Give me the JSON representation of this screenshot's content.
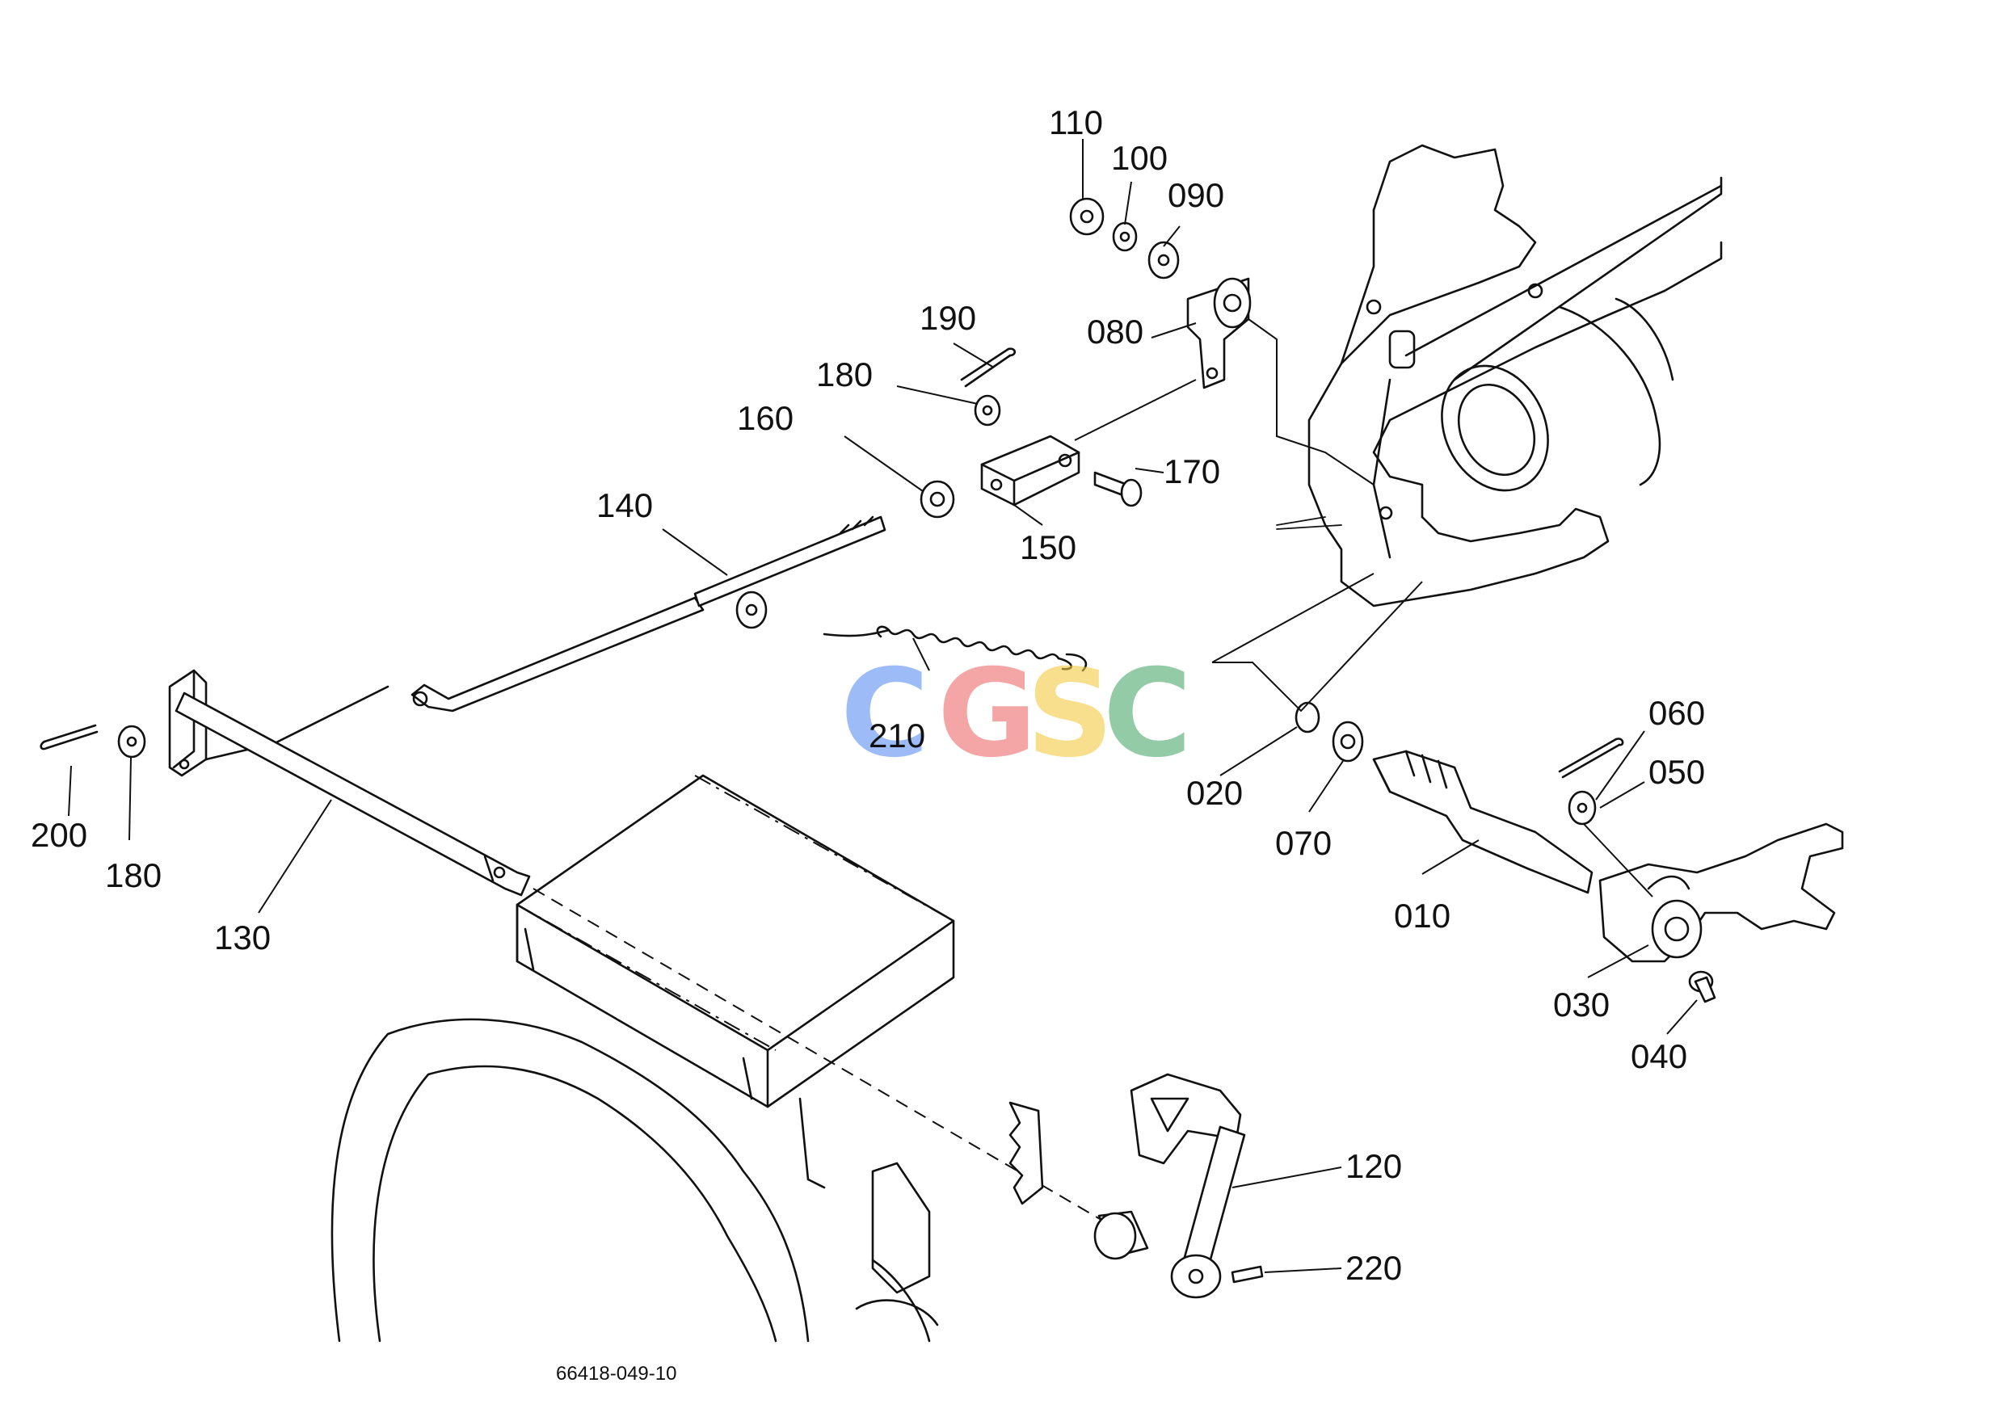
{
  "watermark": {
    "letters": [
      {
        "char": "C",
        "color": "#5b8ff2"
      },
      {
        "char": "G",
        "color": "#ee6b6b"
      },
      {
        "char": "S",
        "color": "#f3cb42"
      },
      {
        "char": "C",
        "color": "#4eaa6e"
      }
    ]
  },
  "drawing_code": "66418-049-10",
  "labels": {
    "p010": "010",
    "p020": "020",
    "p030": "030",
    "p040": "040",
    "p050": "050",
    "p060": "060",
    "p070": "070",
    "p080": "080",
    "p090": "090",
    "p100": "100",
    "p110": "110",
    "p120": "120",
    "p130": "130",
    "p140": "140",
    "p150": "150",
    "p160": "160",
    "p170": "170",
    "p180a": "180",
    "p180b": "180",
    "p190": "190",
    "p200": "200",
    "p210": "210",
    "p220": "220"
  }
}
